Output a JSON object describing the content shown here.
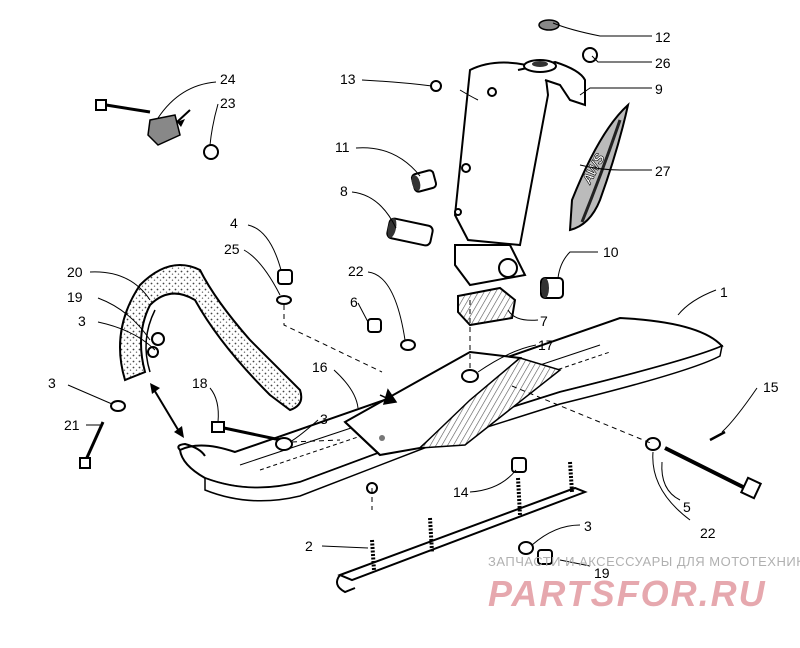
{
  "decal": {
    "text": "AWS"
  },
  "callouts": {
    "c12": "12",
    "c26": "26",
    "c9": "9",
    "c13": "13",
    "c11": "11",
    "c27": "27",
    "c8": "8",
    "c10": "10",
    "c4": "4",
    "c25": "25",
    "c20": "20",
    "c1": "1",
    "c22a": "22",
    "c19a": "19",
    "c6": "6",
    "c7": "7",
    "c3a": "3",
    "c17": "17",
    "c16": "16",
    "c3b": "3",
    "c18": "18",
    "c15": "15",
    "c3c": "3",
    "c21": "21",
    "c14": "14",
    "c5": "5",
    "c3d": "3",
    "c22b": "22",
    "c2": "2",
    "c19b": "19",
    "c24": "24",
    "c23": "23"
  },
  "watermark": {
    "tagline": "ЗАПЧАСТИ И АКСЕССУАРЫ ДЛЯ МОТОТЕХНИКИ",
    "brand": "PARTSFOR.RU"
  }
}
